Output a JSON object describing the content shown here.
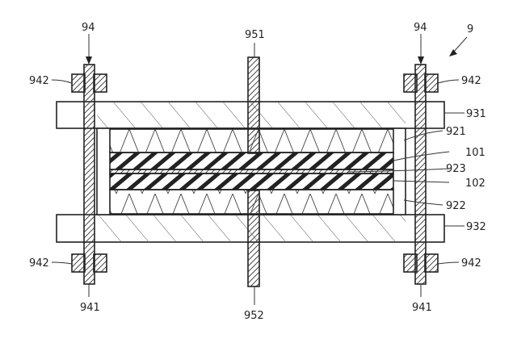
{
  "figure": {
    "ref_9": "9",
    "ref_94_left": "94",
    "ref_94_right": "94",
    "ref_942_top_left": "942",
    "ref_942_top_right": "942",
    "ref_942_bottom_left": "942",
    "ref_942_bottom_right": "942",
    "ref_951": "951",
    "ref_952": "952",
    "ref_931": "931",
    "ref_932": "932",
    "ref_921": "921",
    "ref_922": "922",
    "ref_923": "923",
    "ref_101": "101",
    "ref_102": "102",
    "ref_941_left": "941",
    "ref_941_right": "941"
  }
}
